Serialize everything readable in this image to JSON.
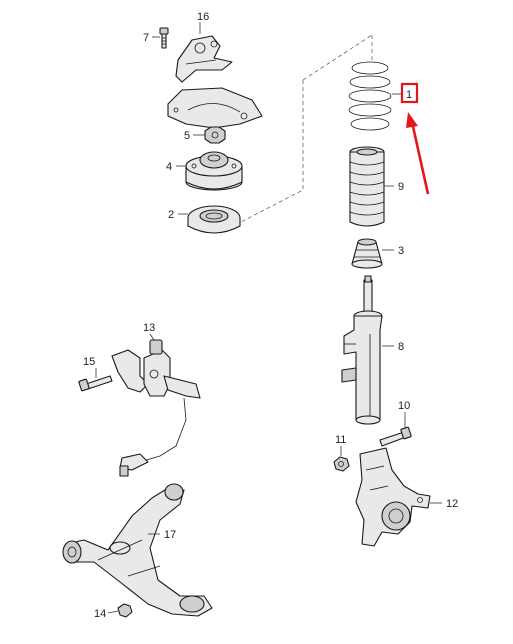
{
  "callouts": {
    "c1": "1",
    "c2": "2",
    "c3": "3",
    "c4": "4",
    "c5": "5",
    "c7": "7",
    "c8": "8",
    "c9": "9",
    "c10": "10",
    "c11": "11",
    "c12": "12",
    "c13": "13",
    "c14": "14",
    "c15": "15",
    "c16": "16",
    "c17": "17"
  },
  "highlight": {
    "color": "#e3161b",
    "callout": "1"
  },
  "colors": {
    "line": "#1a1a1a",
    "part_fill": "#e9e9e9",
    "dash": "#4a6a8a"
  }
}
